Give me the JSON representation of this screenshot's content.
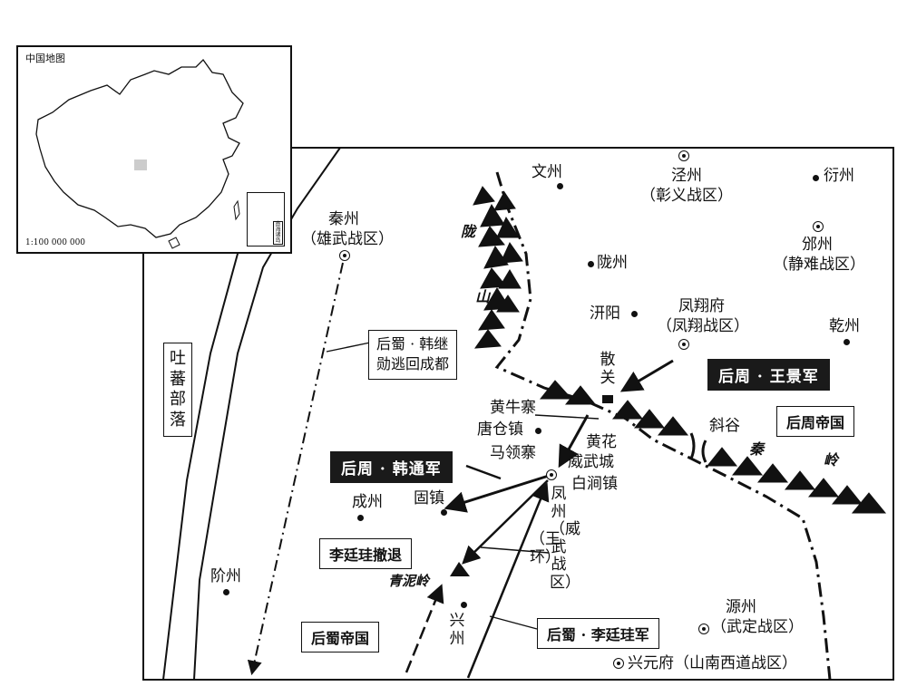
{
  "inset": {
    "title": "中国地图",
    "scale": "1:100 000 000",
    "sea_label": "南海诸岛"
  },
  "places": {
    "wenzhou": "文州",
    "jingzhou": "泾州",
    "jingzhou_sub": "（彰义战区）",
    "yanzhou": "衍州",
    "binzhou": "邠州",
    "binzhou_sub": "（静难战区）",
    "qinzhou": "秦州",
    "qinzhou_sub": "（雄武战区）",
    "longzhou": "陇州",
    "qianyang": "汧阳",
    "fengxiangfu": "凤翔府",
    "fengxiangfu_sub": "（凤翔战区）",
    "qianzhou": "乾州",
    "sanguan": "散关",
    "huangniuzhai": "黄牛寨",
    "tangcangzhen": "唐仓镇",
    "malingzhai": "马领寨",
    "huanghua": "黄花",
    "weiwucheng": "威武城",
    "baijianzhen": "白涧镇",
    "xiegu": "斜谷",
    "chengzhou": "成州",
    "guzhen": "固镇",
    "fengzhou": "凤州（威武战区）",
    "wanghuan": "（王环）",
    "jiezhou": "阶州",
    "qingniling": "青泥岭",
    "xingzhou": "兴州",
    "yuanzhou": "源州",
    "yuanzhou_sub": "（武定战区）",
    "xingyuanfu": "兴元府（山南西道战区）"
  },
  "ranges": {
    "long_1": "陇",
    "long_2": "山",
    "qin_1": "秦",
    "qin_2": "岭"
  },
  "regions": {
    "tubo": "吐蕃部落",
    "later_zhou": "后周帝国",
    "later_shu": "后蜀帝国"
  },
  "armies": {
    "wang_jing": "后周 · 王景军",
    "han_tong": "后周 · 韩通军",
    "li_tinggui_retreat": "李廷珪撤退",
    "li_tinggui_army": "后蜀 · 李廷珪军"
  },
  "notes": {
    "han_jixun_1": "后蜀 · 韩继",
    "han_jixun_2": "勋逃回成都"
  },
  "colors": {
    "ink": "#111111",
    "tag_background": "#1a1a1a",
    "highlight_square": "#cccccc"
  }
}
